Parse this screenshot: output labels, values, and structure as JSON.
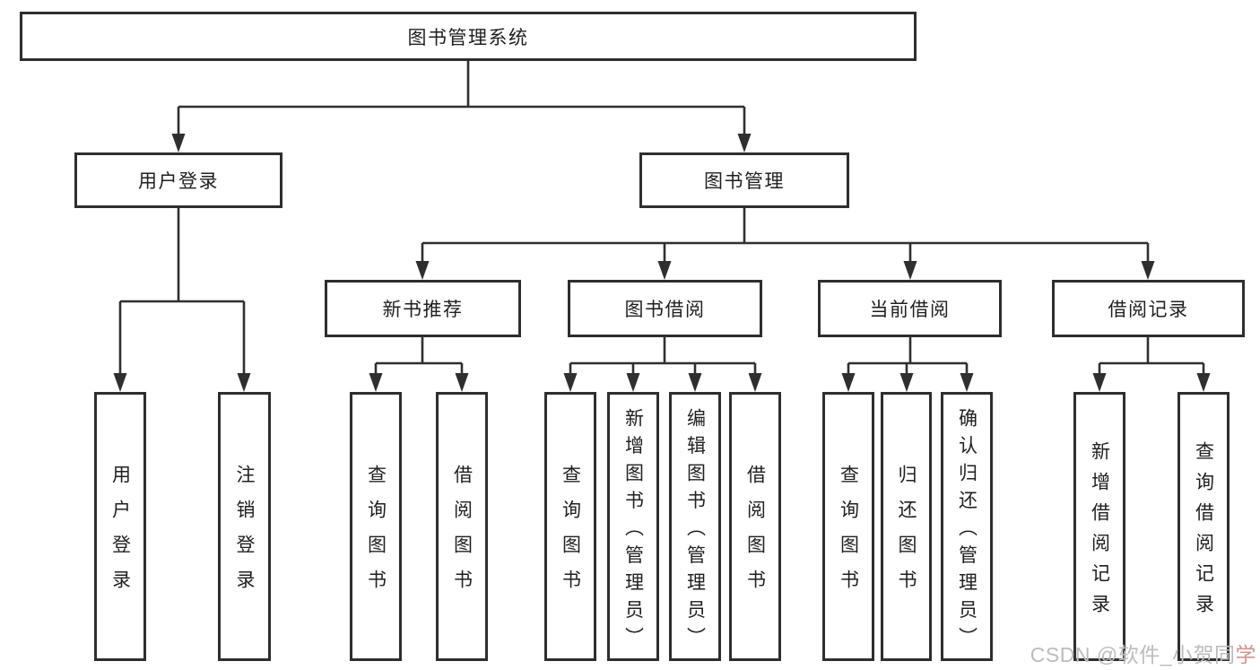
{
  "title": {
    "label": "图书管理系统"
  },
  "branches": {
    "user_login": {
      "label": "用户登录",
      "children": [
        "用户登录",
        "注销登录"
      ]
    },
    "book_management": {
      "label": "图书管理",
      "sections": [
        {
          "label": "新书推荐",
          "children": [
            "查询图书",
            "借阅图书"
          ]
        },
        {
          "label": "图书借阅",
          "children": [
            "查询图书",
            "新增图书（管理员）",
            "编辑图书（管理员）",
            "借阅图书"
          ]
        },
        {
          "label": "当前借阅",
          "children": [
            "查询图书",
            "归还图书",
            "确认归还（管理员）"
          ]
        },
        {
          "label": "借阅记录",
          "children": [
            "新增借阅记录",
            "查询借阅记录"
          ]
        }
      ]
    }
  },
  "watermark": {
    "prefix": "CSDN @软件_小贺同",
    "accent": "学"
  },
  "colors": {
    "line": "#2f2f2f",
    "border": "#2e2e2e",
    "text": "#1f1f1f",
    "background": "#ffffff",
    "watermark": "#bcbcbc",
    "watermark_accent": "#d49292"
  }
}
